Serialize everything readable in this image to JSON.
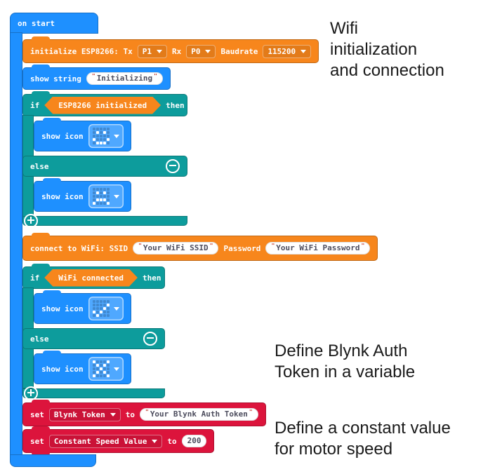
{
  "colors": {
    "basic_blue": "#1E90FF",
    "esp_orange": "#F7861C",
    "logic_teal": "#0D9C9C",
    "variables_red": "#DC143C",
    "string_text": "#4d4d5e",
    "quote_red": "#c0392b",
    "annotation_text": "#1a1a1a"
  },
  "on_start": {
    "label": "on start"
  },
  "init_block": {
    "label": "initialize ESP8266: Tx",
    "tx_value": "P1",
    "rx_label": "Rx",
    "rx_value": "P0",
    "baudrate_label": "Baudrate",
    "baudrate_value": "115200"
  },
  "show_string": {
    "label": "show string",
    "open_quote": "\"",
    "value": "Initializing",
    "close_quote": "\""
  },
  "if1": {
    "if_label": "if",
    "condition": "ESP8266 initialized",
    "then_label": "then",
    "else_label": "else"
  },
  "icon_happy": {
    "label": "show icon",
    "name": "happy-face",
    "grid": [
      [
        0,
        0,
        0,
        0,
        0
      ],
      [
        0,
        1,
        0,
        1,
        0
      ],
      [
        0,
        0,
        0,
        0,
        0
      ],
      [
        1,
        0,
        0,
        0,
        1
      ],
      [
        0,
        1,
        1,
        1,
        0
      ]
    ]
  },
  "icon_sad": {
    "label": "show icon",
    "name": "sad-face",
    "grid": [
      [
        0,
        0,
        0,
        0,
        0
      ],
      [
        0,
        1,
        0,
        1,
        0
      ],
      [
        0,
        0,
        0,
        0,
        0
      ],
      [
        0,
        1,
        1,
        1,
        0
      ],
      [
        1,
        0,
        0,
        0,
        1
      ]
    ]
  },
  "connect_block": {
    "label": "connect to WiFi: SSID",
    "ssid_open_quote": "\"",
    "ssid_value": "Your WiFi SSID",
    "ssid_close_quote": "\"",
    "password_label": "Password",
    "password_open_quote": "\"",
    "password_value": "Your WiFi Password",
    "password_close_quote": "\""
  },
  "if2": {
    "if_label": "if",
    "condition": "WiFi connected",
    "then_label": "then",
    "else_label": "else"
  },
  "icon_yes": {
    "label": "show icon",
    "name": "checkmark",
    "grid": [
      [
        0,
        0,
        0,
        0,
        0
      ],
      [
        0,
        0,
        0,
        0,
        1
      ],
      [
        0,
        0,
        0,
        1,
        0
      ],
      [
        1,
        0,
        1,
        0,
        0
      ],
      [
        0,
        1,
        0,
        0,
        0
      ]
    ]
  },
  "icon_no": {
    "label": "show icon",
    "name": "cross",
    "grid": [
      [
        1,
        0,
        0,
        0,
        1
      ],
      [
        0,
        1,
        0,
        1,
        0
      ],
      [
        0,
        0,
        1,
        0,
        0
      ],
      [
        0,
        1,
        0,
        1,
        0
      ],
      [
        1,
        0,
        0,
        0,
        1
      ]
    ]
  },
  "set_token": {
    "set_label": "set",
    "variable": "Blynk Token",
    "to_label": "to",
    "open_quote": "\"",
    "value": "Your Blynk Auth Token",
    "close_quote": "\""
  },
  "set_speed": {
    "set_label": "set",
    "variable": "Constant Speed Value",
    "to_label": "to",
    "value": "200"
  },
  "annotations": [
    {
      "lines": [
        "Wifi",
        "initialization",
        "and connection"
      ]
    },
    {
      "lines": [
        "Define Blynk Auth",
        "Token in a variable"
      ]
    },
    {
      "lines": [
        "Define a constant value",
        "for motor speed"
      ]
    }
  ]
}
